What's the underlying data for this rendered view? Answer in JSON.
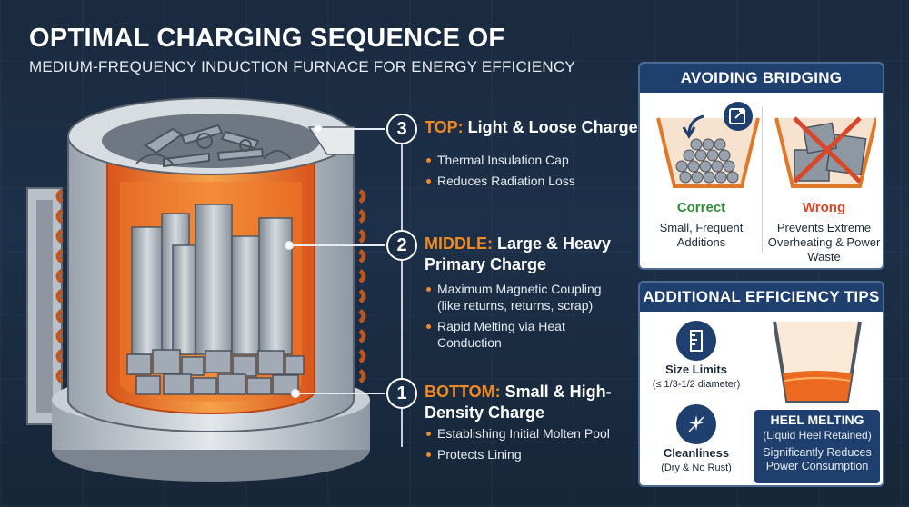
{
  "header": {
    "title": "OPTIMAL CHARGING SEQUENCE OF",
    "subtitle": "MEDIUM-FREQUENCY INDUCTION FURNACE FOR ENERGY EFFICIENCY"
  },
  "steps": [
    {
      "number": "3",
      "key": "TOP:",
      "text": " Light & Loose Charge",
      "bullets": [
        "Thermal Insulation Cap",
        "Reduces Radiation Loss"
      ]
    },
    {
      "number": "2",
      "key": "MIDDLE:",
      "text": " Large & Heavy Primary Charge",
      "bullets": [
        "Maximum Magnetic Coupling (like returns, returns, scrap)",
        "Rapid Melting via Heat Conduction"
      ]
    },
    {
      "number": "1",
      "key": "BOTTOM:",
      "text": " Small & High-Density Charge",
      "bullets": [
        "Establishing Initial Molten Pool",
        "Protects Lining"
      ]
    }
  ],
  "bridging": {
    "title": "AVOIDING BRIDGING",
    "correct_label": "Correct",
    "correct_desc": "Small, Frequent Additions",
    "wrong_label": "Wrong",
    "wrong_desc": "Prevents Extreme Overheating & Power Waste"
  },
  "tips": {
    "title": "ADDITIONAL EFFICIENCY TIPS",
    "size_title": "Size Limits",
    "size_sub": "(≤ 1/3-1/2 diameter)",
    "clean_title": "Cleanliness",
    "clean_sub": "(Dry & No Rust)",
    "heel_title": "HEEL MELTING",
    "heel_sub": "(Liquid Heel Retained)",
    "heel_desc": "Significantly Reduces Power Consumption"
  },
  "colors": {
    "accent_orange": "#f08a24",
    "navy": "#1f3f6f",
    "correct_green": "#2f8d3a",
    "wrong_red": "#d9472b"
  },
  "icons": [
    "ruler-icon",
    "sparkle-icon",
    "arrow-icon",
    "cross-icon"
  ]
}
